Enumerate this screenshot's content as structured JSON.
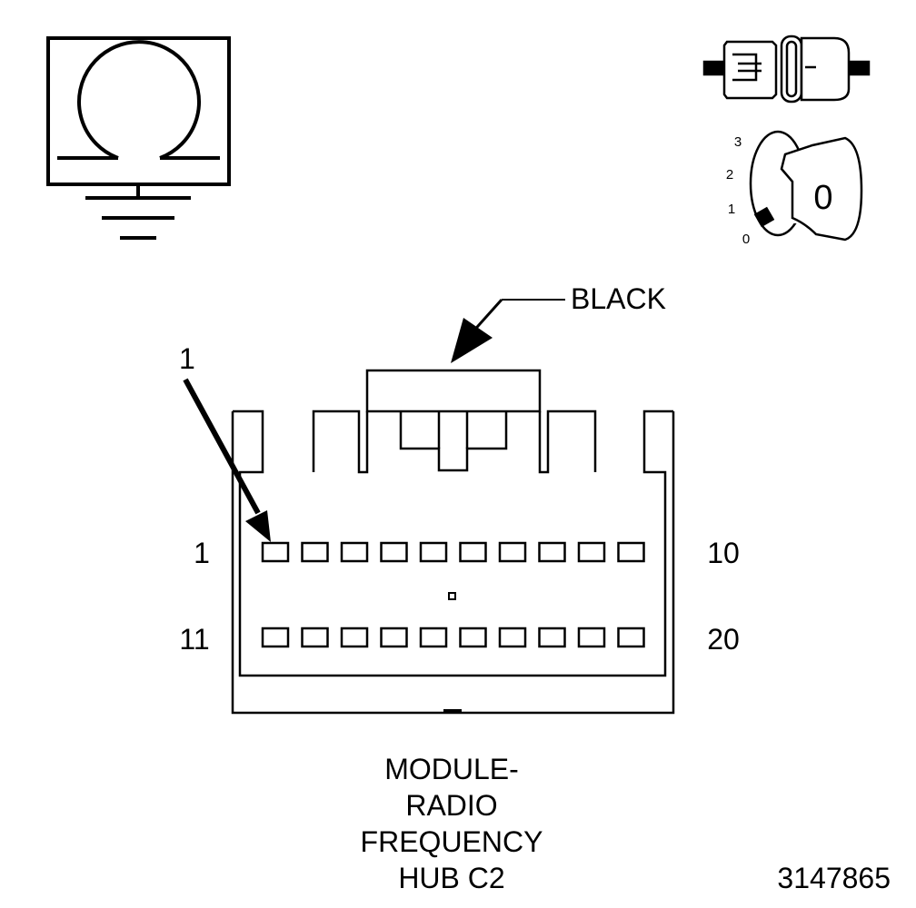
{
  "diagram": {
    "connector_color_label": "BLACK",
    "pin_callout": "1",
    "row_labels": {
      "top_left": "1",
      "top_right": "10",
      "bottom_left": "11",
      "bottom_right": "20"
    },
    "title_lines": [
      "MODULE-",
      "RADIO",
      "FREQUENCY",
      "HUB C2"
    ],
    "figure_number": "3147865",
    "ignition_positions": [
      "3",
      "2",
      "1",
      "0"
    ],
    "ignition_key_label": "0",
    "top_row_pin_count": 10,
    "bottom_row_pin_count": 10
  },
  "icons": {
    "ohmmeter": "ohmmeter-ground-icon",
    "connector": "disconnected-connector-icon",
    "ignition": "ignition-key-off-icon"
  }
}
